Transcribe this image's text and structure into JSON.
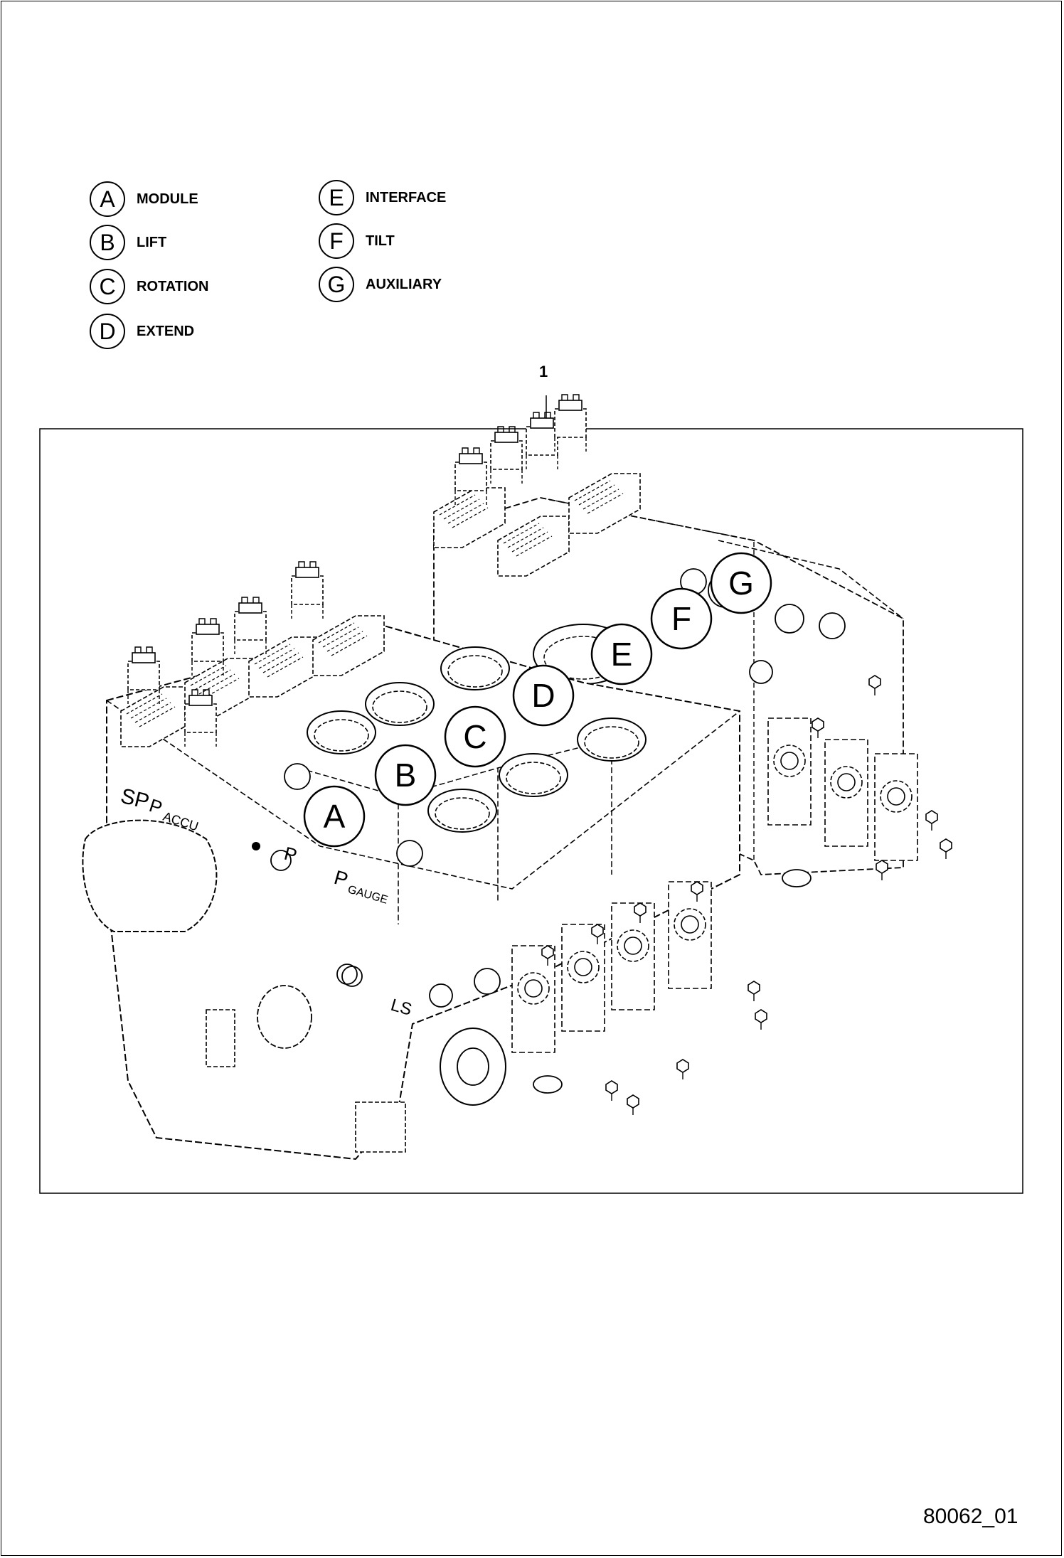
{
  "legend": [
    {
      "letter": "A",
      "label": "MODULE"
    },
    {
      "letter": "B",
      "label": "LIFT"
    },
    {
      "letter": "C",
      "label": "ROTATION"
    },
    {
      "letter": "D",
      "label": "EXTEND"
    },
    {
      "letter": "E",
      "label": "INTERFACE"
    },
    {
      "letter": "F",
      "label": "TILT"
    },
    {
      "letter": "G",
      "label": "AUXILIARY"
    }
  ],
  "item_number": "1",
  "figure_id": "80062_01",
  "part_markings": {
    "sp": "SP",
    "p_accu": "P",
    "accu": "ACCU",
    "p": "P",
    "p_gauge": "P",
    "gauge": "GAUGE",
    "ls": "LS"
  }
}
